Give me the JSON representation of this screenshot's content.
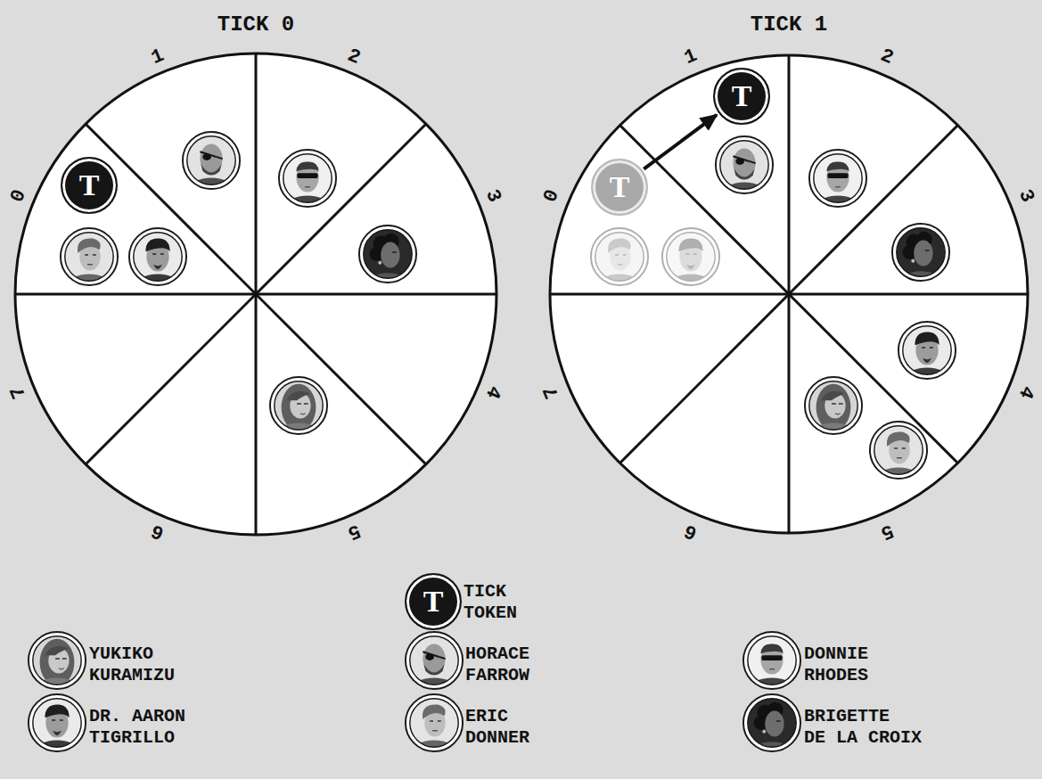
{
  "diagram": {
    "nodes": [
      {
        "text": [
          "T"
        ]
      },
      {
        "text": [
          "T"
        ]
      },
      {
        "text": [
          "T"
        ]
      },
      {
        "text": [
          "T"
        ]
      }
    ],
    "edges": [
      {
        "from": 1,
        "to": 2,
        "arrow": "to"
      }
    ],
    "labels": [
      "TICK 0",
      "TICK 1",
      "0",
      "1",
      "2",
      "3",
      "4",
      "5",
      "6",
      "7",
      "0",
      "1",
      "2",
      "3",
      "4",
      "5",
      "6",
      "7"
    ],
    "legend": [
      {
        "text": "TICK TOKEN"
      },
      {
        "text": "YUKIKO KURAMIZU"
      },
      {
        "text": "HORACE FARROW"
      },
      {
        "text": "DONNIE RHODES"
      },
      {
        "text": "DR. AARON TIGRILLO"
      },
      {
        "text": "ERIC DONNER"
      },
      {
        "text": "BRIGETTE DE LA CROIX"
      }
    ]
  }
}
